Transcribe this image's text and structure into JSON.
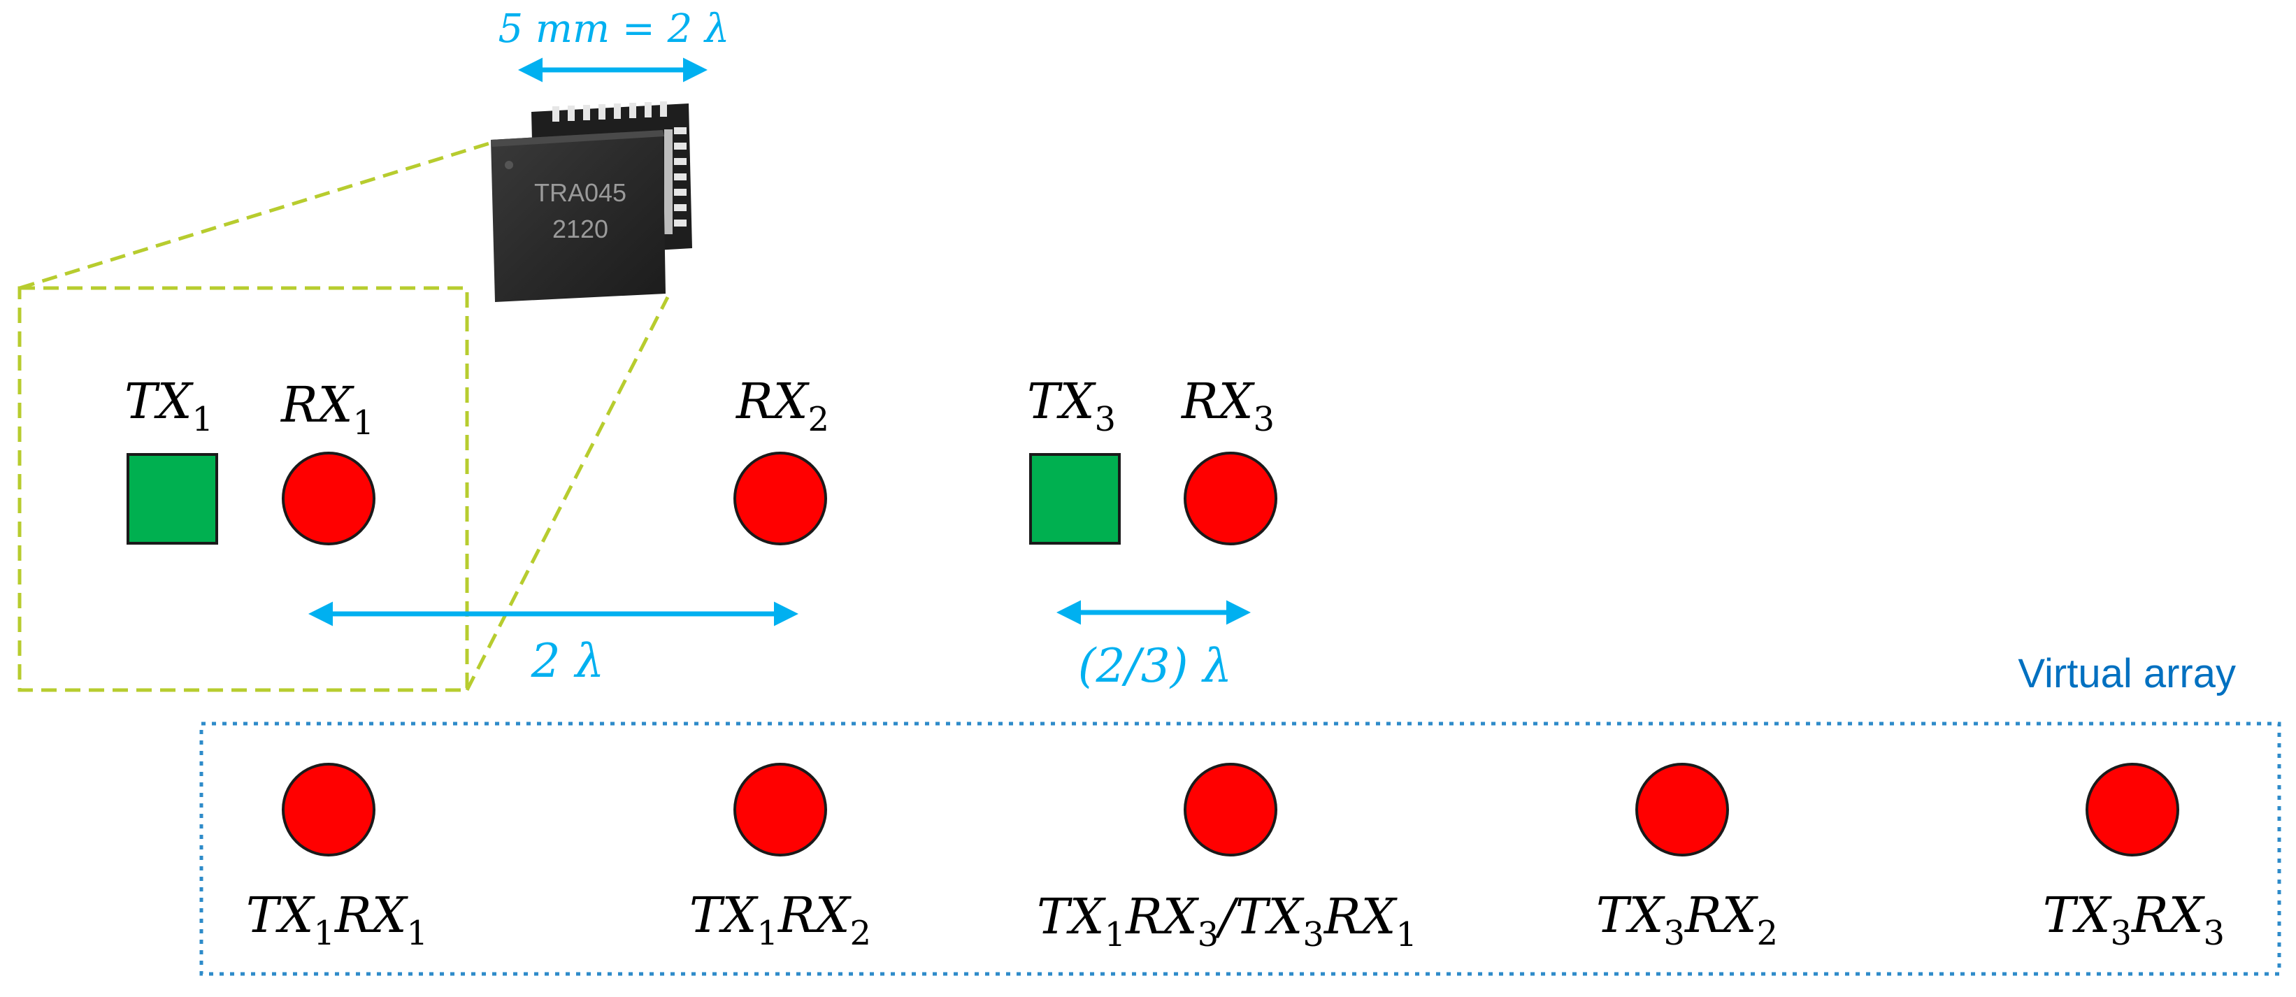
{
  "colors": {
    "tx": "#00b050",
    "rx": "#ff0000",
    "outline": "#1a1a1a",
    "dimension": "#00b0f0",
    "chip_zoom": "#b7cc2e",
    "virtual_box": "#2e8bc9",
    "virtual_label": "#0070c0"
  },
  "chip": {
    "marking_line1": "TRA045",
    "marking_line2": "2120",
    "size_label": "5 mm = 2 λ"
  },
  "physical_array": {
    "elements": [
      {
        "kind": "tx",
        "base": "TX",
        "sub": "1"
      },
      {
        "kind": "rx",
        "base": "RX",
        "sub": "1"
      },
      {
        "kind": "rx",
        "base": "RX",
        "sub": "2"
      },
      {
        "kind": "tx",
        "base": "TX",
        "sub": "3"
      },
      {
        "kind": "rx",
        "base": "RX",
        "sub": "3"
      }
    ],
    "spacing_rx": "2 λ",
    "spacing_tx3_rx3": "(2/3) λ"
  },
  "virtual_array": {
    "title": "Virtual array",
    "elements": [
      {
        "parts": [
          [
            "TX",
            "1"
          ],
          [
            "RX",
            "1"
          ]
        ]
      },
      {
        "parts": [
          [
            "TX",
            "1"
          ],
          [
            "RX",
            "2"
          ]
        ]
      },
      {
        "parts": [
          [
            "TX",
            "1"
          ],
          [
            "RX",
            "3"
          ],
          "/",
          [
            "TX",
            "3"
          ],
          [
            "RX",
            "1"
          ]
        ]
      },
      {
        "parts": [
          [
            "TX",
            "3"
          ],
          [
            "RX",
            "2"
          ]
        ]
      },
      {
        "parts": [
          [
            "TX",
            "3"
          ],
          [
            "RX",
            "3"
          ]
        ]
      }
    ]
  }
}
